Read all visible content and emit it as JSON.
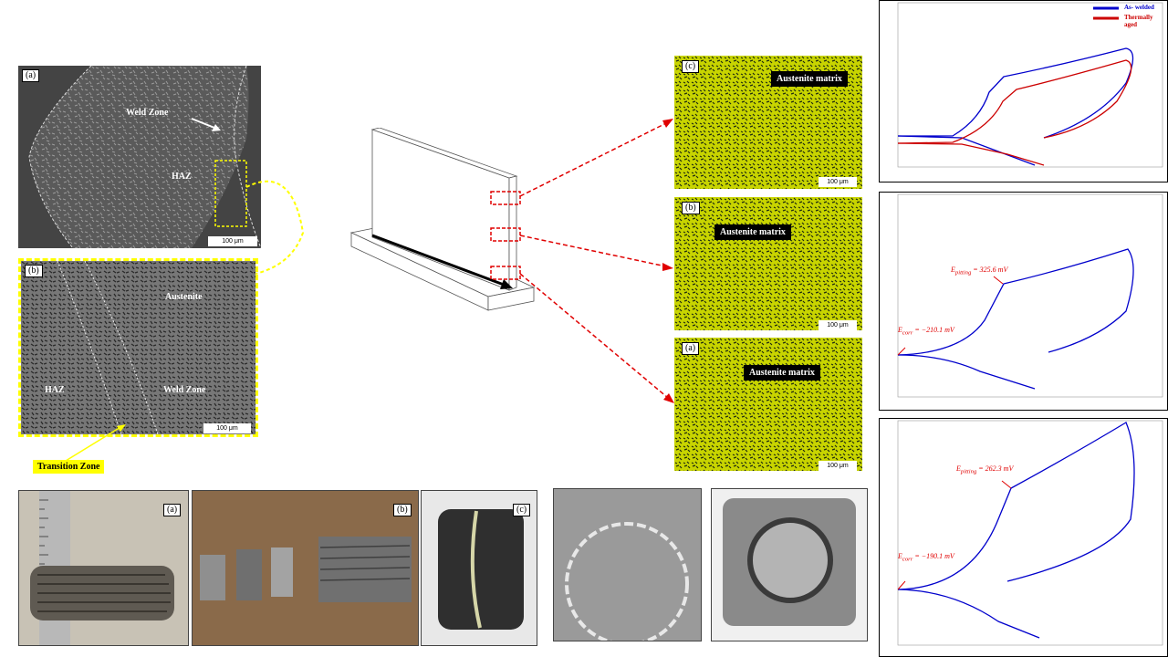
{
  "micrographs": {
    "a_label": "(a)",
    "a_weld_zone": "Weld Zone",
    "a_haz": "HAZ",
    "a_scale": "100 μm",
    "b_label": "(b)",
    "b_austenite": "Austenite",
    "b_haz": "HAZ",
    "b_weld_zone": "Weld Zone",
    "b_scale": "100 μm",
    "transition_label": "Transition Zone"
  },
  "optical": [
    {
      "label": "(c)",
      "tag": "Austenite matrix",
      "scale": "100 μm"
    },
    {
      "label": "(b)",
      "tag": "Austenite matrix",
      "scale": "100 μm"
    },
    {
      "label": "(a)",
      "tag": "Austenite matrix",
      "scale": "100 μm"
    }
  ],
  "photos": {
    "a_label": "(a)",
    "b_label": "(b)",
    "c_label": "(c)"
  },
  "plots": {
    "top": {
      "legend": [
        {
          "name": "As- welded",
          "color": "#0000cc"
        },
        {
          "name": "Thermally aged",
          "color": "#cc0000"
        }
      ]
    },
    "middle": {
      "e_pitting": "E",
      "e_pitting_sub": "pitting",
      "e_pitting_val": " = 325.6 mV",
      "e_corr": "E",
      "e_corr_sub": "corr",
      "e_corr_val": " = −210.1 mV"
    },
    "bottom": {
      "e_pitting": "E",
      "e_pitting_sub": "pitting",
      "e_pitting_val": " = 262.3 mV",
      "e_corr": "E",
      "e_corr_sub": "corr",
      "e_corr_val": " = −190.1 mV"
    }
  },
  "colors": {
    "highlight_yellow": "#ffff00",
    "arrow_red": "#e00000",
    "curve_blue": "#0000cc",
    "curve_red": "#cc0000",
    "optical_green": "#c8d400"
  }
}
